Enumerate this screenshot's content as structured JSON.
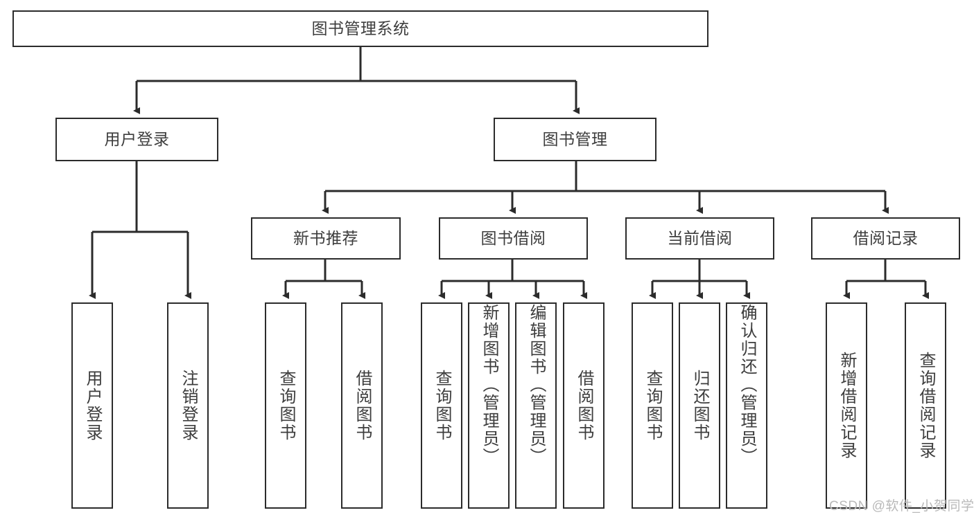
{
  "diagram": {
    "title_node": {
      "label": "图书管理系统"
    },
    "level1": [
      {
        "id": "user-login",
        "label": "用户登录"
      },
      {
        "id": "book-management",
        "label": "图书管理"
      }
    ],
    "level2": [
      {
        "id": "new-book-recommend",
        "label": "新书推荐"
      },
      {
        "id": "book-borrow",
        "label": "图书借阅"
      },
      {
        "id": "current-borrow",
        "label": "当前借阅"
      },
      {
        "id": "borrow-record",
        "label": "借阅记录"
      }
    ],
    "leaves": [
      {
        "id": "leaf-user-login",
        "label": "用户登录",
        "parent": "user-login"
      },
      {
        "id": "leaf-logout",
        "label": "注销登录",
        "parent": "user-login"
      },
      {
        "id": "leaf-query-book-1",
        "label": "查询图书",
        "parent": "new-book-recommend"
      },
      {
        "id": "leaf-borrow-book-1",
        "label": "借阅图书",
        "parent": "new-book-recommend"
      },
      {
        "id": "leaf-query-book-2",
        "label": "查询图书",
        "parent": "book-borrow"
      },
      {
        "id": "leaf-add-book",
        "label": "新增图书（管理员）",
        "parent": "book-borrow"
      },
      {
        "id": "leaf-edit-book",
        "label": "编辑图书（管理员）",
        "parent": "book-borrow"
      },
      {
        "id": "leaf-borrow-book-2",
        "label": "借阅图书",
        "parent": "book-borrow"
      },
      {
        "id": "leaf-query-book-3",
        "label": "查询图书",
        "parent": "current-borrow"
      },
      {
        "id": "leaf-return-book",
        "label": "归还图书",
        "parent": "current-borrow"
      },
      {
        "id": "leaf-confirm-return",
        "label": "确认归还（管理员）",
        "parent": "current-borrow"
      },
      {
        "id": "leaf-add-record",
        "label": "新增借阅记录",
        "parent": "borrow-record"
      },
      {
        "id": "leaf-query-record",
        "label": "查询借阅记录",
        "parent": "borrow-record"
      }
    ],
    "watermark": "CSDN @软件_小贺同学",
    "colors": {
      "stroke": "#2b2b2b",
      "text": "#3d3d3d",
      "background": "#ffffff",
      "watermark": "#b9b9b9"
    }
  }
}
